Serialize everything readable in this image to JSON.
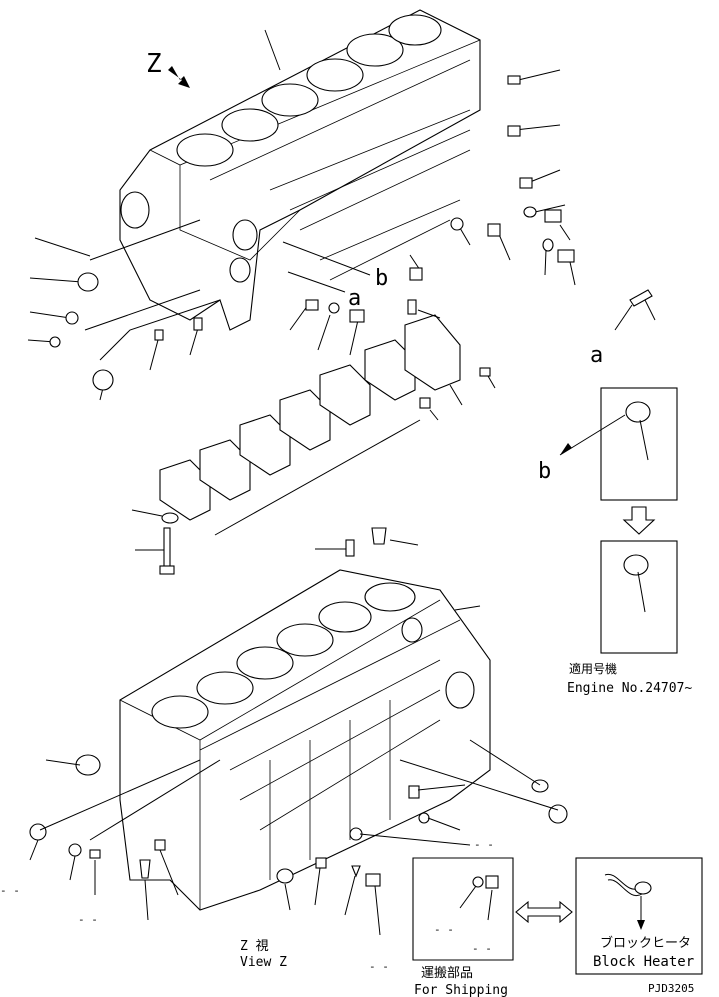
{
  "labels": {
    "view_letter": "Z",
    "ref_a_upper": "a",
    "ref_b_upper": "b",
    "ref_a_callout": "a",
    "ref_b_callout": "b",
    "applicable_jp": "適用号機",
    "applicable_en": "Engine No.24707~",
    "view_z_jp": "Z 視",
    "view_z_en": "View Z",
    "shipping_jp": "運搬部品",
    "shipping_en": "For Shipping",
    "heater_jp": "ブロックヒータ",
    "heater_en": "Block Heater",
    "drawing_code": "PJD3205",
    "dash_1": "- -",
    "dash_2": "- -",
    "dash_3": "- -",
    "dash_4": "- -",
    "dash_5": "- -",
    "dash_6": "- -"
  }
}
